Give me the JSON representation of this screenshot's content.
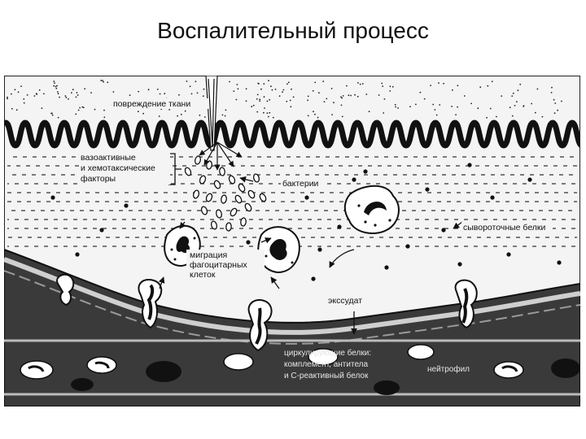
{
  "title": "Воспалительный процесс",
  "diagram": {
    "labels": {
      "tissue_damage": "повреждение ткани",
      "vasoactive_1": "вазоактивные",
      "vasoactive_2": "и хемотаксические",
      "vasoactive_3": "факторы",
      "bacteria": "бактерии",
      "serum_proteins": "сывороточные белки",
      "migration_1": "миграция",
      "migration_2": "фагоцитарных",
      "migration_3": "клеток",
      "exudate": "экссудат",
      "vessel_1": "циркулирующие белки:",
      "vessel_2": "комплемент, антитела",
      "vessel_3": "и C-реактивный белок",
      "neutrophil": "нейтрофил"
    }
  }
}
